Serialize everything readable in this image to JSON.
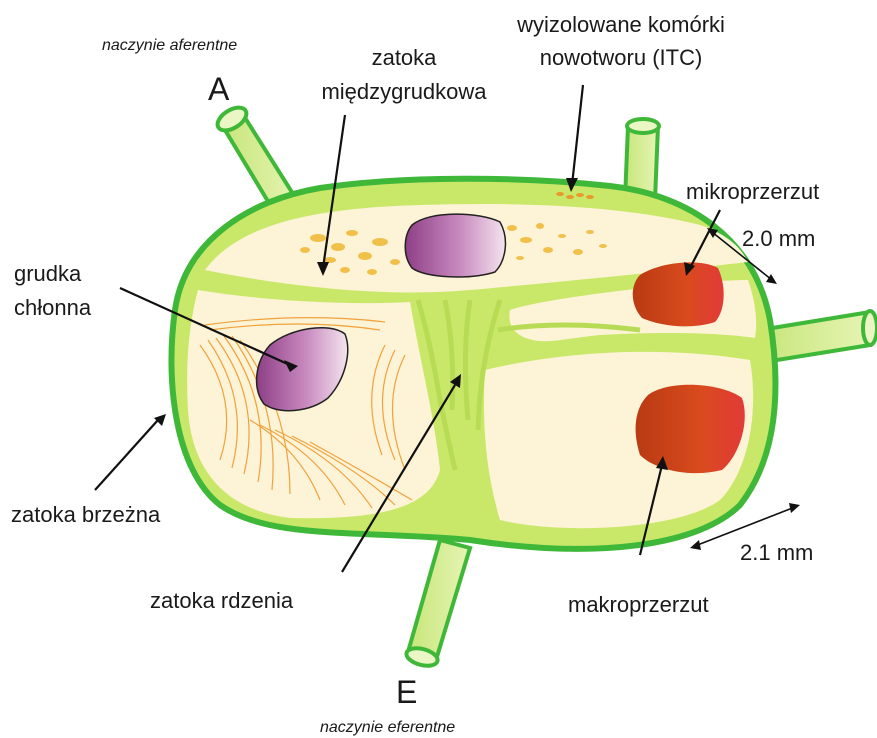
{
  "diagram": {
    "labels": {
      "afferent_vessel": "naczynie aferentne",
      "afferent_letter": "A",
      "interfollicular_sinus_line1": "zatoka",
      "interfollicular_sinus_line2": "międzygrudkowa",
      "itc_line1": "wyizolowane komórki",
      "itc_line2": "nowotworu (ITC)",
      "micrometastasis": "mikroprzerzut",
      "micro_size": "2.0 mm",
      "follicle_line1": "grudka",
      "follicle_line2": "chłonna",
      "marginal_sinus": "zatoka brzeżna",
      "medullary_sinus": "zatoka rdzenia",
      "macrometastasis": "makroprzerzut",
      "macro_size": "2.1 mm",
      "efferent_letter": "E",
      "efferent_vessel": "naczynie eferentne"
    },
    "colors": {
      "sinus_green": "#c9e86a",
      "capsule_green": "#3fb83a",
      "node_fill": "#fdf3d6",
      "follicle_fill": "#b05ea8",
      "metastasis_red": "#d9431c",
      "itc_orange": "#f0b640"
    }
  }
}
